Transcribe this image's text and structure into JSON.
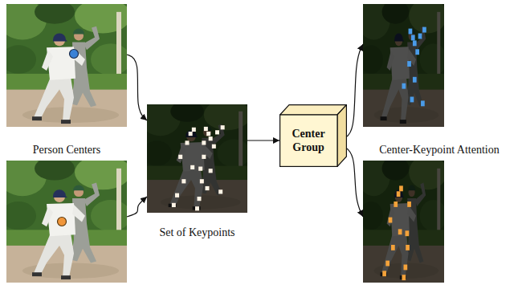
{
  "diagram": {
    "nodes": [
      {
        "text": [
          "Person Centers"
        ]
      },
      {
        "text": [
          "Set of Keypoints"
        ]
      },
      {
        "text": [
          "Center Group"
        ]
      },
      {
        "text": [
          "Center-Keypoint Attention"
        ]
      }
    ],
    "edges": [
      {
        "from": 0,
        "to": 1,
        "arrow": "to"
      },
      {
        "from": 0,
        "to": 1,
        "arrow": "to"
      },
      {
        "from": 1,
        "to": 2,
        "arrow": "to"
      },
      {
        "from": 2,
        "to": 3,
        "arrow": "to"
      },
      {
        "from": 2,
        "to": 3,
        "arrow": "to"
      }
    ]
  }
}
